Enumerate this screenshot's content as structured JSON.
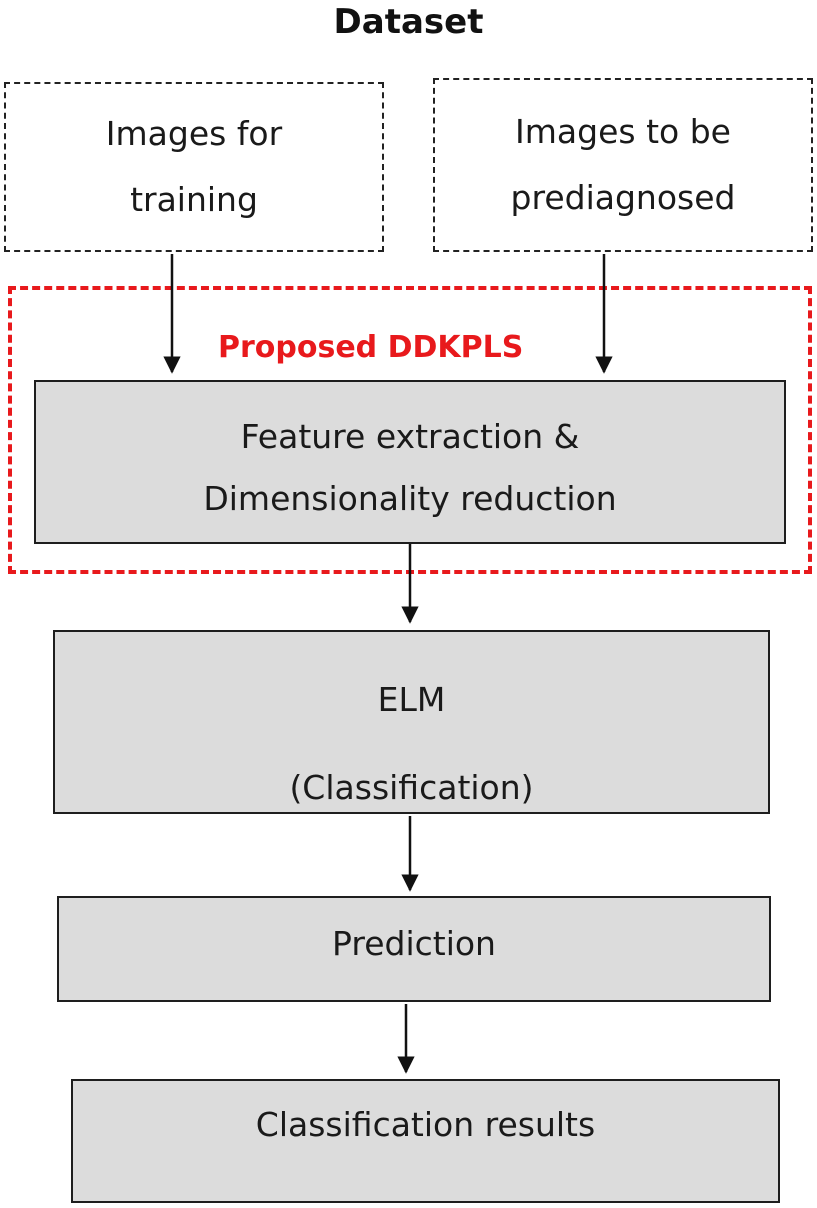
{
  "title": "Dataset",
  "inputs": {
    "training": [
      "Images for",
      "training"
    ],
    "prediagnosed": [
      "Images to be",
      "prediagnosed"
    ]
  },
  "proposed_method": {
    "label": "Proposed DDKPLS",
    "color": "#e8191c"
  },
  "steps": {
    "feature": [
      "Feature extraction &",
      "Dimensionality reduction"
    ],
    "elm": [
      "ELM",
      "(Classification)"
    ],
    "prediction": "Prediction",
    "results": "Classification results"
  },
  "colors": {
    "box_fill": "#dcdcdc",
    "border": "#1e1e1e",
    "accent": "#e8191c"
  }
}
